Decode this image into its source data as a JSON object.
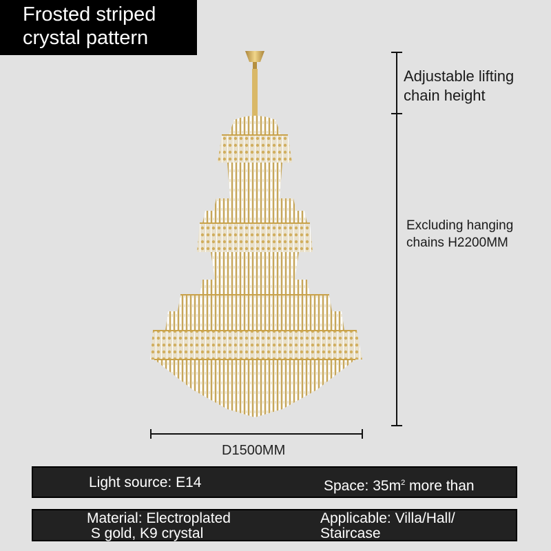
{
  "title": {
    "lines": [
      "Frosted striped",
      "crystal pattern"
    ]
  },
  "dimensions": {
    "chain_label": [
      "Adjustable lifting",
      "chain height"
    ],
    "height_label": [
      "Excluding hanging",
      "chains H2200MM"
    ],
    "diameter_label": "D1500MM"
  },
  "product": {
    "image_subject": "gold crystal tiered chandelier",
    "colors": {
      "gold": "#c9a24a",
      "crystal": "#f2ede0",
      "background": "#e2e2e2"
    }
  },
  "specs": {
    "light_source": "Light source: E14",
    "space_prefix": "Space: 35m",
    "space_sup": "2",
    "space_suffix": " more than",
    "material": [
      "Material: Electroplated",
      " S gold, K9 crystal"
    ],
    "applicable": [
      "Applicable: Villa/Hall/",
      "Staircase"
    ]
  }
}
